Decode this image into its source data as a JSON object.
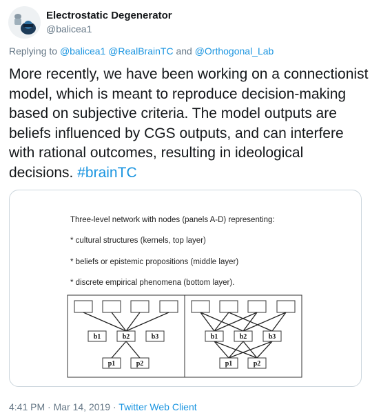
{
  "author": {
    "display_name": "Electrostatic Degenerator",
    "handle": "@balicea1"
  },
  "reply": {
    "prefix": "Replying to",
    "mention1": "@balicea1",
    "mention2": "@RealBrainTC",
    "and": "and",
    "mention3": "@Orthogonal_Lab"
  },
  "tweet": {
    "text": "More recently, we have been working on a connectionist model, which is meant to reproduce decision-making based on subjective criteria. The model outputs are beliefs influenced by CGS outputs, and can interfere with rational outcomes, resulting in ideological decisions.",
    "hashtag": "#brainTC"
  },
  "figure": {
    "line1": "Three-level network with nodes (panels A-D) representing:",
    "line2": "* cultural structures (kernels, top layer)",
    "line3": "* beliefs or epistemic propositions (middle layer)",
    "line4": "* discrete empirical phenomena (bottom layer).",
    "left": {
      "b1": "b1",
      "b2": "b2",
      "b3": "b3",
      "p1": "p1",
      "p2": "p2"
    },
    "right": {
      "b1": "b1",
      "b2": "b2",
      "b3": "b3",
      "p1": "p1",
      "p2": "p2"
    }
  },
  "meta": {
    "time": "4:41 PM",
    "sep": "·",
    "date": "Mar 14, 2019",
    "sep2": "·",
    "client": "Twitter Web Client"
  },
  "colors": {
    "link": "#1b95e0",
    "secondary": "#657786",
    "border": "#ccd6dd"
  }
}
